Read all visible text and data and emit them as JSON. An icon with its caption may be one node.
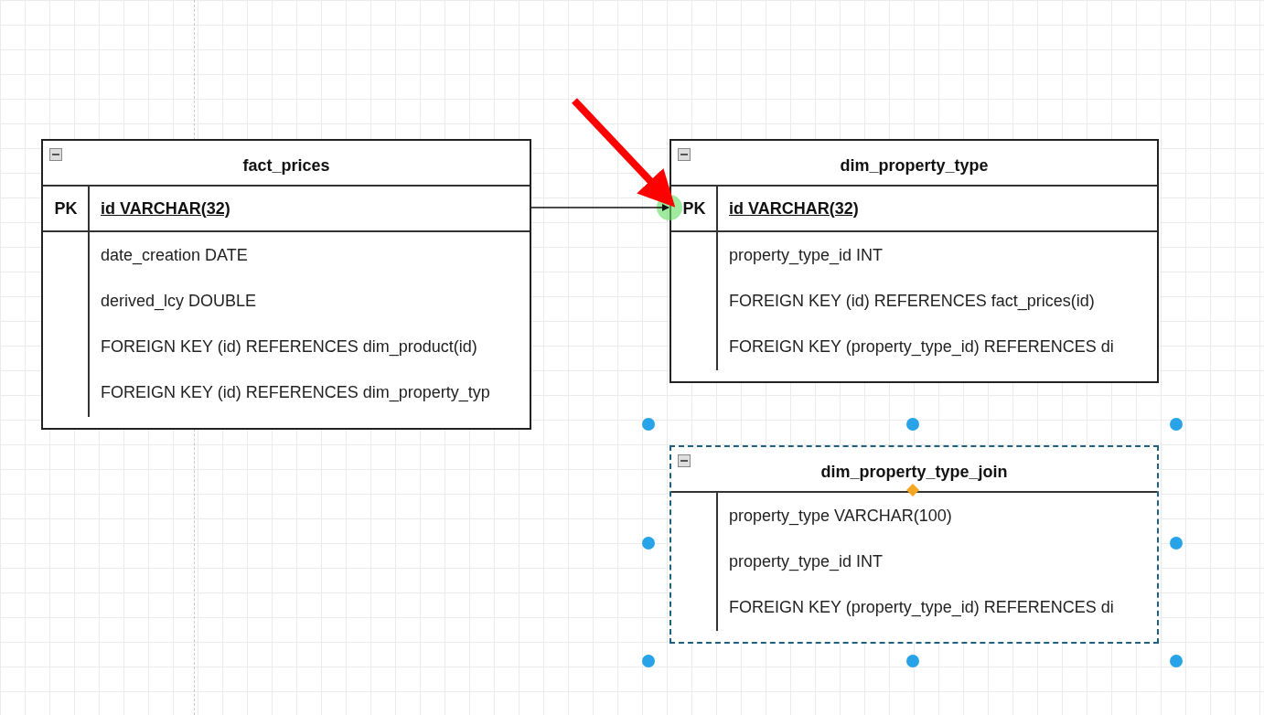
{
  "diagram": {
    "nodes": [
      {
        "text": [
          "fact_prices"
        ]
      },
      {
        "text": [
          "PK",
          "id VARCHAR(32)"
        ],
        "in": 0
      },
      {
        "text": [
          "date_creation DATE"
        ],
        "in": 0
      },
      {
        "text": [
          "derived_lcy DOUBLE"
        ],
        "in": 0
      },
      {
        "text": [
          "FOREIGN KEY (id) REFERENCES dim_product(id)"
        ],
        "in": 0
      },
      {
        "text": [
          "FOREIGN KEY (id) REFERENCES dim_property_typ"
        ],
        "in": 0
      },
      {
        "text": [
          "dim_property_type"
        ]
      },
      {
        "text": [
          "PK",
          "id VARCHAR(32)"
        ],
        "in": 6
      },
      {
        "text": [
          "property_type_id INT"
        ],
        "in": 6
      },
      {
        "text": [
          "FOREIGN KEY (id) REFERENCES fact_prices(id)"
        ],
        "in": 6
      },
      {
        "text": [
          "FOREIGN KEY (property_type_id) REFERENCES di"
        ],
        "in": 6
      },
      {
        "text": [
          "dim_property_type_join"
        ]
      },
      {
        "text": [
          "property_type VARCHAR(100)"
        ],
        "in": 11
      },
      {
        "text": [
          "property_type_id INT"
        ],
        "in": 11
      },
      {
        "text": [
          "FOREIGN KEY (property_type_id) REFERENCES di"
        ],
        "in": 11
      }
    ],
    "edges": [
      {
        "from": 1,
        "to": 7,
        "arrow": "to"
      },
      {
        "from": null,
        "to": 7,
        "arrow": "to",
        "style": "thick",
        "color": "#ff0000"
      }
    ]
  }
}
